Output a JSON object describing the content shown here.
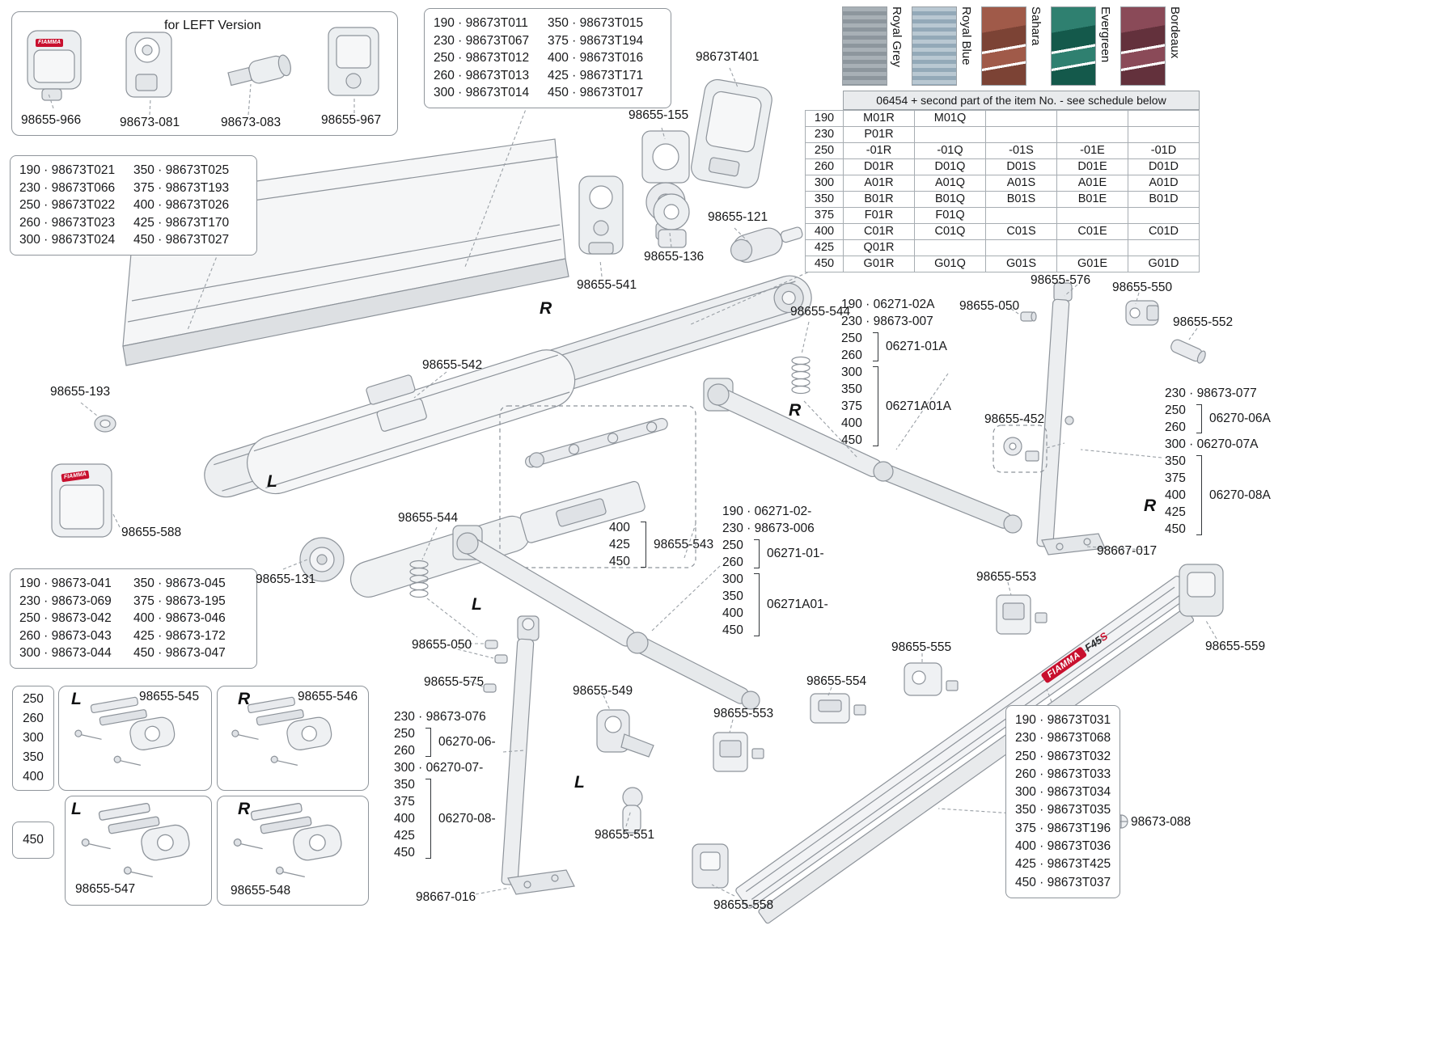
{
  "letters": {
    "L": "L",
    "R": "R"
  },
  "logo": {
    "fiamma": "FIAMMA",
    "model": "F45",
    "model_suffix": "S"
  },
  "top_left_box": {
    "caption": "for LEFT Version"
  },
  "part_tables": {
    "top_mid": {
      "rows": [
        [
          "190 · 98673T011",
          "350 · 98673T015"
        ],
        [
          "230 · 98673T067",
          "375 · 98673T194"
        ],
        [
          "250 · 98673T012",
          "400 · 98673T016"
        ],
        [
          "260 · 98673T013",
          "425 · 98673T171"
        ],
        [
          "300 · 98673T014",
          "450 · 98673T017"
        ]
      ]
    },
    "left": {
      "rows": [
        [
          "190 · 98673T021",
          "350 · 98673T025"
        ],
        [
          "230 · 98673T066",
          "375 · 98673T193"
        ],
        [
          "250 · 98673T022",
          "400 · 98673T026"
        ],
        [
          "260 · 98673T023",
          "425 · 98673T170"
        ],
        [
          "300 · 98673T024",
          "450 · 98673T027"
        ]
      ]
    },
    "bottom_left": {
      "rows": [
        [
          "190 · 98673-041",
          "350 · 98673-045"
        ],
        [
          "230 · 98673-069",
          "375 · 98673-195"
        ],
        [
          "250 · 98673-042",
          "400 · 98673-046"
        ],
        [
          "260 · 98673-043",
          "425 · 98673-172"
        ],
        [
          "300 · 98673-044",
          "450 · 98673-047"
        ]
      ]
    },
    "bottom_right": {
      "rows": [
        [
          "190 · 98673T031"
        ],
        [
          "230 · 98673T068"
        ],
        [
          "250 · 98673T032"
        ],
        [
          "260 · 98673T033"
        ],
        [
          "300 · 98673T034"
        ],
        [
          "350 · 98673T035"
        ],
        [
          "375 · 98673T196"
        ],
        [
          "400 · 98673T036"
        ],
        [
          "425 · 98673T425"
        ],
        [
          "450 · 98673T037"
        ]
      ]
    }
  },
  "color_table": {
    "header": "06454 + second part of the item No. - see schedule below",
    "columns": [
      "Royal Grey",
      "Royal Blue",
      "Sahara",
      "Evergreen",
      "Bordeaux"
    ],
    "swatch_colors": [
      [
        "#a8b0b6",
        "#8d969d"
      ],
      [
        "#b9c8d2",
        "#93a9b8"
      ],
      [
        "#a05a49",
        "#7c4335"
      ],
      [
        "#2f8070",
        "#14594b"
      ],
      [
        "#8a4a58",
        "#63313c"
      ]
    ],
    "rows": [
      {
        "size": "190",
        "cells": [
          "M01R",
          "M01Q",
          "",
          "",
          ""
        ]
      },
      {
        "size": "230",
        "cells": [
          "P01R",
          "",
          "",
          "",
          ""
        ]
      },
      {
        "size": "250",
        "cells": [
          "-01R",
          "-01Q",
          "-01S",
          "-01E",
          "-01D"
        ]
      },
      {
        "size": "260",
        "cells": [
          "D01R",
          "D01Q",
          "D01S",
          "D01E",
          "D01D"
        ]
      },
      {
        "size": "300",
        "cells": [
          "A01R",
          "A01Q",
          "A01S",
          "A01E",
          "A01D"
        ]
      },
      {
        "size": "350",
        "cells": [
          "B01R",
          "B01Q",
          "B01S",
          "B01E",
          "B01D"
        ]
      },
      {
        "size": "375",
        "cells": [
          "F01R",
          "F01Q",
          "",
          "",
          ""
        ]
      },
      {
        "size": "400",
        "cells": [
          "C01R",
          "C01Q",
          "C01S",
          "C01E",
          "C01D"
        ]
      },
      {
        "size": "425",
        "cells": [
          "Q01R",
          "",
          "",
          "",
          ""
        ]
      },
      {
        "size": "450",
        "cells": [
          "G01R",
          "G01Q",
          "G01S",
          "G01E",
          "G01D"
        ]
      }
    ]
  },
  "bracket_blocks": {
    "arm_right": {
      "rows": [
        {
          "sizes": [
            "190"
          ],
          "part": "06271-02A"
        },
        {
          "sizes": [
            "230"
          ],
          "part": "98673-007"
        },
        {
          "sizes": [
            "250",
            "260"
          ],
          "part": "06271-01A"
        },
        {
          "sizes": [
            "300",
            "350",
            "375",
            "400",
            "450"
          ],
          "part": "06271A01A"
        }
      ]
    },
    "arm_left": {
      "rows": [
        {
          "sizes": [
            "190"
          ],
          "part": "06271-02-"
        },
        {
          "sizes": [
            "230"
          ],
          "part": "98673-006"
        },
        {
          "sizes": [
            "250",
            "260"
          ],
          "part": "06271-01-"
        },
        {
          "sizes": [
            "300",
            "350",
            "400",
            "450"
          ],
          "part": "06271A01-"
        }
      ]
    },
    "leg_right": {
      "rows": [
        {
          "sizes": [
            "230"
          ],
          "part": "98673-077"
        },
        {
          "sizes": [
            "250",
            "260"
          ],
          "part": "06270-06A"
        },
        {
          "sizes": [
            "300"
          ],
          "part": "06270-07A"
        },
        {
          "sizes": [
            "350",
            "375",
            "400",
            "425",
            "450"
          ],
          "part": "06270-08A"
        }
      ]
    },
    "leg_left": {
      "rows": [
        {
          "sizes": [
            "230"
          ],
          "part": "98673-076"
        },
        {
          "sizes": [
            "250",
            "260"
          ],
          "part": "06270-06-"
        },
        {
          "sizes": [
            "300"
          ],
          "part": "06270-07-"
        },
        {
          "sizes": [
            "350",
            "375",
            "400",
            "425",
            "450"
          ],
          "part": "06270-08-"
        }
      ]
    },
    "rafter": {
      "rows": [
        {
          "sizes": [
            "400",
            "425",
            "450"
          ],
          "part": "98655-543"
        }
      ]
    }
  },
  "size_columns": {
    "upper": [
      "250",
      "260",
      "300",
      "350",
      "400"
    ],
    "lower": [
      "450"
    ]
  },
  "labels": {
    "l966": "98655-966",
    "l081": "98673-081",
    "l083": "98673-083",
    "l967": "98655-967",
    "t401": "98673T401",
    "l155": "98655-155",
    "l121": "98655-121",
    "l136": "98655-136",
    "l541": "98655-541",
    "l542": "98655-542",
    "l193": "98655-193",
    "l588": "98655-588",
    "l131": "98655-131",
    "l544a": "98655-544",
    "l544b": "98655-544",
    "l576": "98655-576",
    "l550": "98655-550",
    "l552": "98655-552",
    "l050a": "98655-050",
    "l050b": "98655-050",
    "l452": "98655-452",
    "l017": "98667-017",
    "l553a": "98655-553",
    "l553b": "98655-553",
    "l555": "98655-555",
    "l554": "98655-554",
    "l549": "98655-549",
    "l551": "98655-551",
    "l575": "98655-575",
    "l016": "98667-016",
    "l558": "98655-558",
    "l559": "98655-559",
    "l088": "98673-088",
    "l545": "98655-545",
    "l546": "98655-546",
    "l547": "98655-547",
    "l548": "98655-548"
  }
}
